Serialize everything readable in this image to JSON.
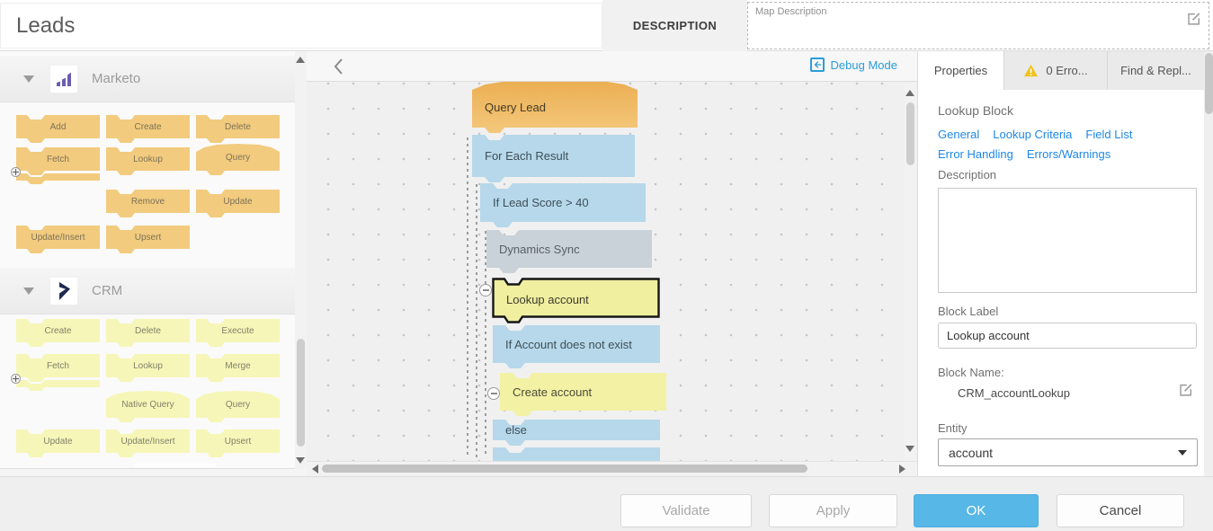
{
  "titlebar": {
    "title": "Leads",
    "description_tab": "DESCRIPTION",
    "map_description_placeholder": "Map Description"
  },
  "sidebar": {
    "sections": {
      "marketo": {
        "name": "Marketo",
        "blocks": {
          "add": "Add",
          "create": "Create",
          "delete": "Delete",
          "fetch": "Fetch",
          "lookup": "Lookup",
          "query": "Query",
          "remove": "Remove",
          "update": "Update",
          "update_insert": "Update/Insert",
          "upsert": "Upsert"
        }
      },
      "crm": {
        "name": "CRM",
        "blocks": {
          "create": "Create",
          "delete": "Delete",
          "execute": "Execute",
          "fetch": "Fetch",
          "lookup": "Lookup",
          "merge": "Merge",
          "native_query": "Native Query",
          "query": "Query",
          "update": "Update",
          "update_insert": "Update/Insert",
          "upsert": "Upsert"
        }
      }
    }
  },
  "canvas": {
    "debug_mode_label": "Debug Mode",
    "blocks": {
      "query_lead": "Query Lead",
      "for_each_result": "For Each Result",
      "if_lead_score": "If Lead Score > 40",
      "dynamics_sync": "Dynamics Sync",
      "lookup_account": "Lookup account",
      "if_account_not_exist": "If Account does not exist",
      "create_account": "Create account",
      "else_block": "else"
    }
  },
  "properties_panel": {
    "tabs": {
      "properties": "Properties",
      "errors": "0 Erro...",
      "find_replace": "Find & Repl..."
    },
    "heading": "Lookup Block",
    "nav_links": [
      "General",
      "Lookup Criteria",
      "Field List",
      "Error Handling",
      "Errors/Warnings"
    ],
    "description_label": "Description",
    "block_label": {
      "label": "Block Label",
      "value": "Lookup account"
    },
    "block_name": {
      "label": "Block Name:",
      "value": "CRM_accountLookup"
    },
    "entity": {
      "label": "Entity",
      "value": "account"
    }
  },
  "footer_buttons": {
    "validate": "Validate",
    "apply": "Apply",
    "ok": "OK",
    "cancel": "Cancel"
  },
  "colors": {
    "accent_blue": "#2b9cd8",
    "link_blue": "#1e88e5",
    "warning_yellow": "#f1c21b",
    "ok_button": "#57b7e6",
    "marketo_block": "#f2cb7e",
    "crm_block": "#f6f6b8",
    "flow_blue": "#b6d8ea",
    "flow_gray": "#c9d2d8",
    "flow_yellow": "#f3f1a4",
    "flow_orange": "#eeb45e",
    "marketo_logo_purple": "#6a5fae",
    "crm_logo_navy": "#1d2b52"
  }
}
